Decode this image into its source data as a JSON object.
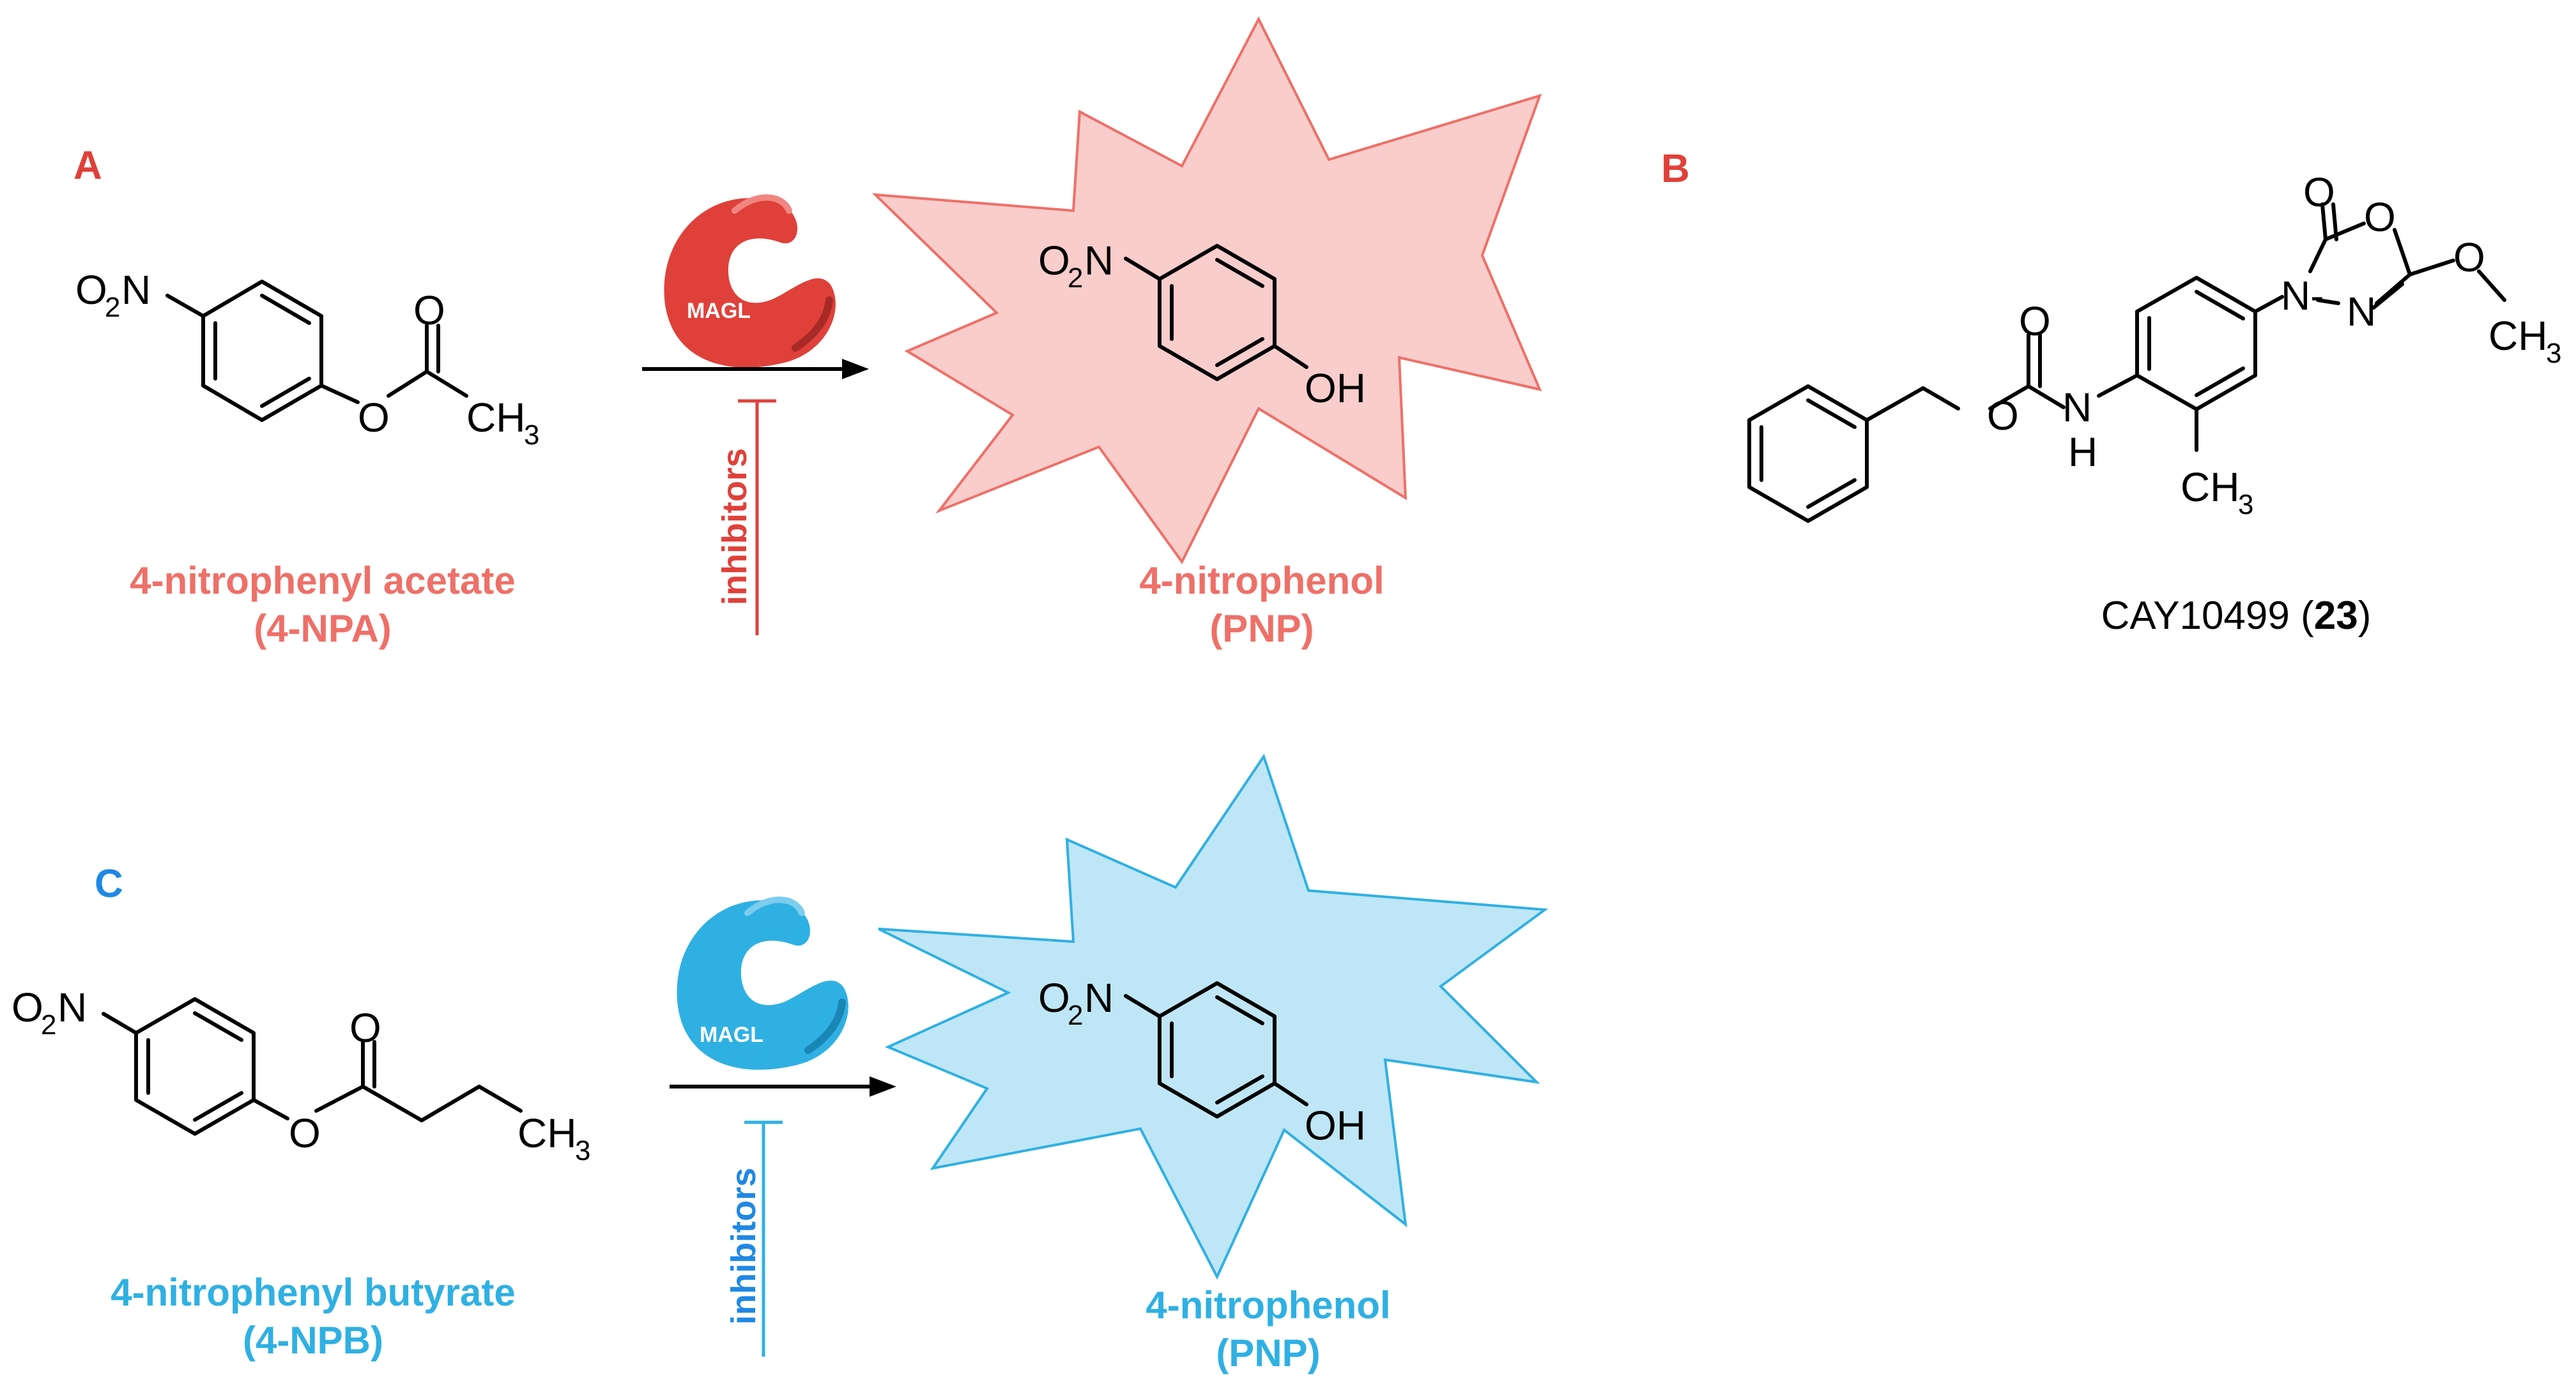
{
  "colors": {
    "red": "#E0403A",
    "red_label": "#EE7068",
    "red_star_fill": "#F9CDCB",
    "blue": "#2FB0E3",
    "blue_text": "#1F88E5",
    "blue_star_fill": "#BFE6F6"
  },
  "panel_a": {
    "letter": "A",
    "substrate_name": "4-nitrophenyl acetate",
    "substrate_abbr": "(4-NPA)",
    "enzyme_label": "MAGL",
    "inhibitor_label": "inhibitors",
    "product_name": "4-nitrophenol",
    "product_abbr": "(PNP)"
  },
  "panel_b": {
    "letter": "B",
    "compound_name": "CAY10499 (",
    "compound_number": "23",
    "compound_close": ")"
  },
  "panel_c": {
    "letter": "C",
    "substrate_name": "4-nitrophenyl butyrate",
    "substrate_abbr": "(4-NPB)",
    "enzyme_label": "MAGL",
    "inhibitor_label": "inhibitors",
    "product_name": "4-nitrophenol",
    "product_abbr": "(PNP)"
  },
  "atoms": {
    "nitro_O": "O",
    "nitro_sub": "2",
    "nitro_N": "N",
    "oxygen": "O",
    "methyl_C": "CH",
    "methyl_sub": "3",
    "hydroxyl": "OH",
    "amine_N": "N",
    "amine_H": "H",
    "ring_N": "N",
    "ring_N_dash": "N-"
  }
}
